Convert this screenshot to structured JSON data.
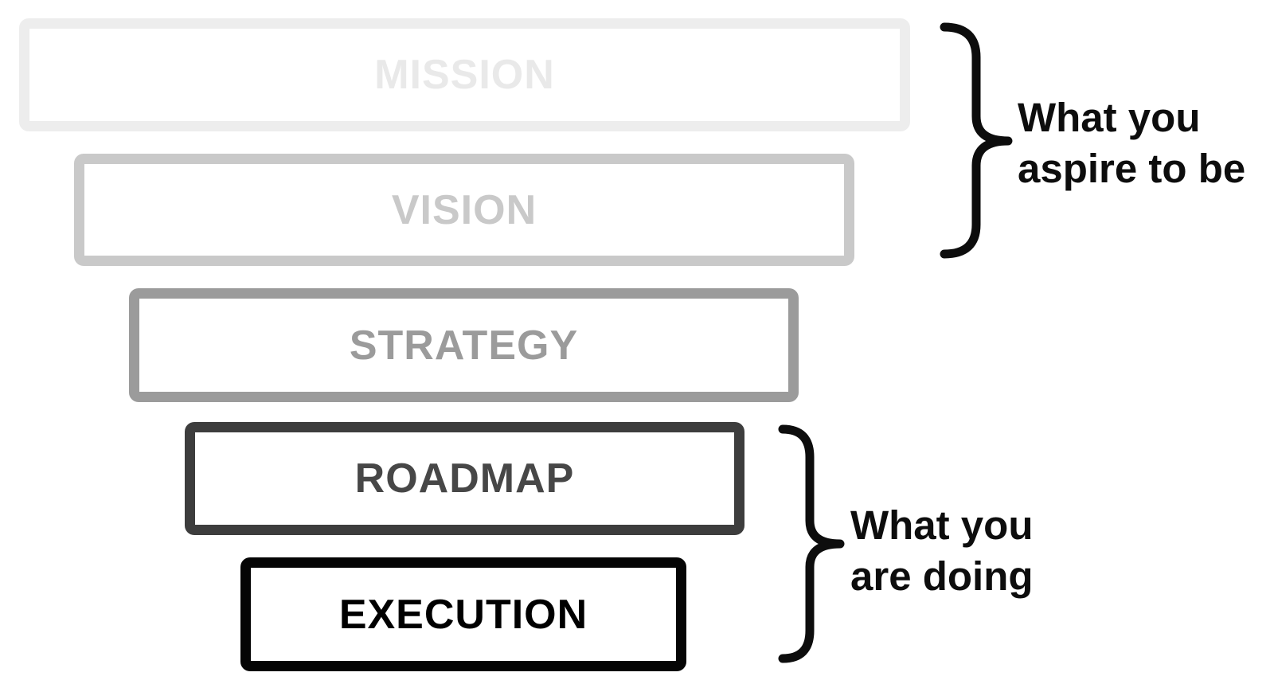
{
  "layers": [
    {
      "label": "MISSION",
      "border_color": "#ededed",
      "text_color": "#e9e9e9"
    },
    {
      "label": "VISION",
      "border_color": "#c9c9c9",
      "text_color": "#c9c9c9"
    },
    {
      "label": "STRATEGY",
      "border_color": "#9b9b9b",
      "text_color": "#9b9b9b"
    },
    {
      "label": "ROADMAP",
      "border_color": "#3d3d3d",
      "text_color": "#474747"
    },
    {
      "label": "EXECUTION",
      "border_color": "#050505",
      "text_color": "#000000"
    }
  ],
  "annotations": [
    {
      "lines": [
        "What you",
        "aspire to be"
      ],
      "covers": [
        "MISSION",
        "VISION"
      ]
    },
    {
      "lines": [
        "What you",
        "are doing"
      ],
      "covers": [
        "ROADMAP",
        "EXECUTION"
      ]
    }
  ],
  "colors": {
    "background": "#ffffff",
    "brace": "#0d0d0d",
    "annotation_text": "#0d0d0d"
  }
}
